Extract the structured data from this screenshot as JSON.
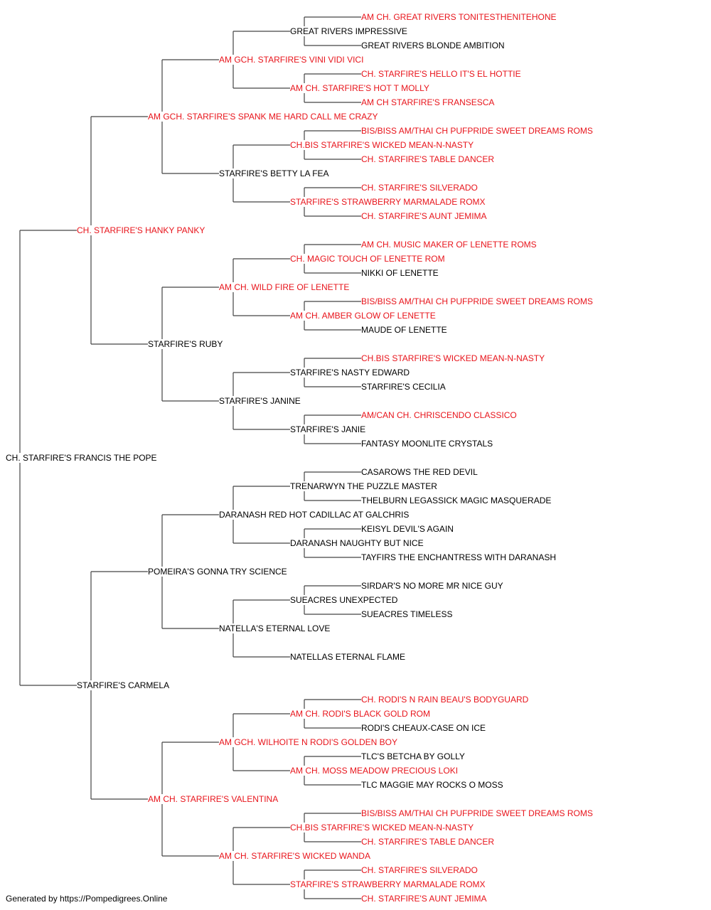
{
  "colors": {
    "champion": "#e8141b",
    "plain": "#000000",
    "line": "#444444"
  },
  "pedigree": {
    "name": "CH. STARFIRE'S FRANCIS THE POPE",
    "champion": false,
    "children": [
      {
        "name": "CH. STARFIRE'S HANKY PANKY",
        "champion": true,
        "children": [
          {
            "name": "AM GCH. STARFIRE'S SPANK ME HARD CALL ME CRAZY",
            "champion": true,
            "children": [
              {
                "name": "AM GCH. STARFIRE'S VINI VIDI VICI",
                "champion": true,
                "children": [
                  {
                    "name": "GREAT RIVERS IMPRESSIVE",
                    "champion": false,
                    "children": [
                      {
                        "name": "AM CH. GREAT RIVERS TONITESTHENITEHONE",
                        "champion": true
                      },
                      {
                        "name": "GREAT RIVERS BLONDE AMBITION",
                        "champion": false
                      }
                    ]
                  },
                  {
                    "name": "AM CH. STARFIRE'S HOT T MOLLY",
                    "champion": true,
                    "children": [
                      {
                        "name": "CH. STARFIRE'S HELLO IT'S EL HOTTIE",
                        "champion": true
                      },
                      {
                        "name": "AM CH STARFIRE'S FRANSESCA",
                        "champion": true
                      }
                    ]
                  }
                ]
              },
              {
                "name": "STARFIRE'S BETTY LA FEA",
                "champion": false,
                "children": [
                  {
                    "name": "CH.BIS STARFIRE'S WICKED MEAN-N-NASTY",
                    "champion": true,
                    "children": [
                      {
                        "name": "BIS/BISS AM/THAI CH PUFPRIDE SWEET DREAMS ROMS",
                        "champion": true
                      },
                      {
                        "name": "CH. STARFIRE'S TABLE DANCER",
                        "champion": true
                      }
                    ]
                  },
                  {
                    "name": "STARFIRE'S STRAWBERRY MARMALADE ROMX",
                    "champion": true,
                    "children": [
                      {
                        "name": "CH. STARFIRE'S SILVERADO",
                        "champion": true
                      },
                      {
                        "name": "CH. STARFIRE'S AUNT JEMIMA",
                        "champion": true
                      }
                    ]
                  }
                ]
              }
            ]
          },
          {
            "name": "STARFIRE'S RUBY",
            "champion": false,
            "children": [
              {
                "name": "AM CH. WILD FIRE OF LENETTE",
                "champion": true,
                "children": [
                  {
                    "name": "CH. MAGIC TOUCH OF LENETTE ROM",
                    "champion": true,
                    "children": [
                      {
                        "name": "AM CH. MUSIC MAKER OF LENETTE ROMS",
                        "champion": true
                      },
                      {
                        "name": "NIKKI OF LENETTE",
                        "champion": false
                      }
                    ]
                  },
                  {
                    "name": "AM CH. AMBER GLOW OF LENETTE",
                    "champion": true,
                    "children": [
                      {
                        "name": "BIS/BISS AM/THAI CH PUFPRIDE SWEET DREAMS ROMS",
                        "champion": true
                      },
                      {
                        "name": "MAUDE OF LENETTE",
                        "champion": false
                      }
                    ]
                  }
                ]
              },
              {
                "name": "STARFIRE'S JANINE",
                "champion": false,
                "children": [
                  {
                    "name": "STARFIRE'S NASTY EDWARD",
                    "champion": false,
                    "children": [
                      {
                        "name": "CH.BIS STARFIRE'S WICKED MEAN-N-NASTY",
                        "champion": true
                      },
                      {
                        "name": "STARFIRE'S CECILIA",
                        "champion": false
                      }
                    ]
                  },
                  {
                    "name": "STARFIRE'S JANIE",
                    "champion": false,
                    "children": [
                      {
                        "name": "AM/CAN CH. CHRISCENDO CLASSICO",
                        "champion": true
                      },
                      {
                        "name": "FANTASY MOONLITE CRYSTALS",
                        "champion": false
                      }
                    ]
                  }
                ]
              }
            ]
          }
        ]
      },
      {
        "name": "STARFIRE'S CARMELA",
        "champion": false,
        "children": [
          {
            "name": "POMEIRA'S GONNA TRY SCIENCE",
            "champion": false,
            "children": [
              {
                "name": "DARANASH RED HOT CADILLAC AT GALCHRIS",
                "champion": false,
                "children": [
                  {
                    "name": "TRENARWYN THE PUZZLE MASTER",
                    "champion": false,
                    "children": [
                      {
                        "name": "CASAROWS THE RED DEVIL",
                        "champion": false
                      },
                      {
                        "name": "THELBURN LEGASSICK MAGIC MASQUERADE",
                        "champion": false
                      }
                    ]
                  },
                  {
                    "name": "DARANASH NAUGHTY BUT NICE",
                    "champion": false,
                    "children": [
                      {
                        "name": "KEISYL DEVIL'S AGAIN",
                        "champion": false
                      },
                      {
                        "name": "TAYFIRS THE ENCHANTRESS WITH DARANASH",
                        "champion": false
                      }
                    ]
                  }
                ]
              },
              {
                "name": "NATELLA'S ETERNAL LOVE",
                "champion": false,
                "children": [
                  {
                    "name": "SUEACRES UNEXPECTED",
                    "champion": false,
                    "children": [
                      {
                        "name": "SIRDAR'S NO MORE MR NICE GUY",
                        "champion": false
                      },
                      {
                        "name": "SUEACRES TIMELESS",
                        "champion": false
                      }
                    ]
                  },
                  {
                    "name": "NATELLAS ETERNAL FLAME",
                    "champion": false
                  }
                ]
              }
            ]
          },
          {
            "name": "AM CH. STARFIRE'S VALENTINA",
            "champion": true,
            "children": [
              {
                "name": "AM GCH. WILHOITE N RODI'S GOLDEN BOY",
                "champion": true,
                "children": [
                  {
                    "name": "AM CH. RODI'S BLACK GOLD ROM",
                    "champion": true,
                    "children": [
                      {
                        "name": "CH. RODI'S N RAIN BEAU'S BODYGUARD",
                        "champion": true
                      },
                      {
                        "name": "RODI'S CHEAUX-CASE ON ICE",
                        "champion": false
                      }
                    ]
                  },
                  {
                    "name": "AM CH. MOSS MEADOW PRECIOUS LOKI",
                    "champion": true,
                    "children": [
                      {
                        "name": "TLC'S BETCHA BY GOLLY",
                        "champion": false
                      },
                      {
                        "name": "TLC MAGGIE MAY ROCKS O MOSS",
                        "champion": false
                      }
                    ]
                  }
                ]
              },
              {
                "name": "AM CH. STARFIRE'S WICKED WANDA",
                "champion": true,
                "children": [
                  {
                    "name": "CH.BIS STARFIRE'S WICKED MEAN-N-NASTY",
                    "champion": true,
                    "children": [
                      {
                        "name": "BIS/BISS AM/THAI CH PUFPRIDE SWEET DREAMS ROMS",
                        "champion": true
                      },
                      {
                        "name": "CH. STARFIRE'S TABLE DANCER",
                        "champion": true
                      }
                    ]
                  },
                  {
                    "name": "STARFIRE'S STRAWBERRY MARMALADE ROMX",
                    "champion": true,
                    "children": [
                      {
                        "name": "CH. STARFIRE'S SILVERADO",
                        "champion": true
                      },
                      {
                        "name": "CH. STARFIRE'S AUNT JEMIMA",
                        "champion": true
                      }
                    ]
                  }
                ]
              }
            ]
          }
        ]
      }
    ]
  },
  "footer": {
    "text": "Generated by https://Pompedigrees.Online"
  }
}
